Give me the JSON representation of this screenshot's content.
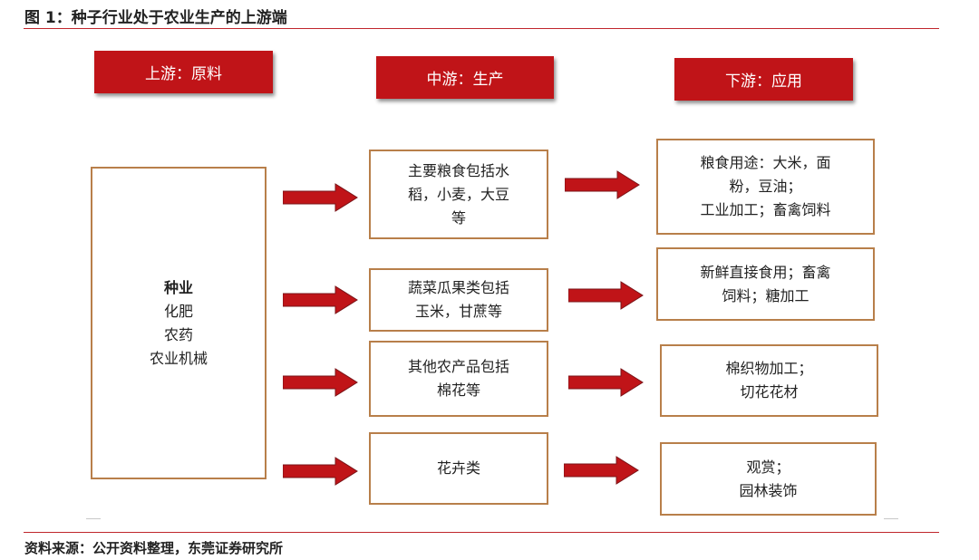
{
  "caption": "图 1：种子行业处于农业生产的上游端",
  "source": "资料来源：公开资料整理，东莞证券研究所",
  "headers": {
    "upstream": "上游：原料",
    "midstream": "中游：生产",
    "downstream": "下游：应用"
  },
  "upstream_box": {
    "lines": [
      "种业",
      "化肥",
      "农药",
      "农业机械"
    ]
  },
  "midstream_boxes": [
    {
      "lines": [
        "主要粮食包括水",
        "稻，小麦，大豆",
        "等"
      ]
    },
    {
      "lines": [
        "蔬菜瓜果类包括",
        "玉米，甘蔗等"
      ]
    },
    {
      "lines": [
        "其他农产品包括",
        "棉花等"
      ]
    },
    {
      "lines": [
        "花卉类"
      ]
    }
  ],
  "downstream_boxes": [
    {
      "lines": [
        "粮食用途：大米，面",
        "粉，豆油；",
        "工业加工；畜禽饲料"
      ]
    },
    {
      "lines": [
        "新鲜直接食用；畜禽",
        "饲料；糖加工"
      ]
    },
    {
      "lines": [
        "棉织物加工；",
        "切花花材"
      ]
    },
    {
      "lines": [
        "观赏；",
        "园林装饰"
      ]
    }
  ],
  "colors": {
    "accent_red": "#c01418",
    "box_border": "#b87f4a"
  }
}
